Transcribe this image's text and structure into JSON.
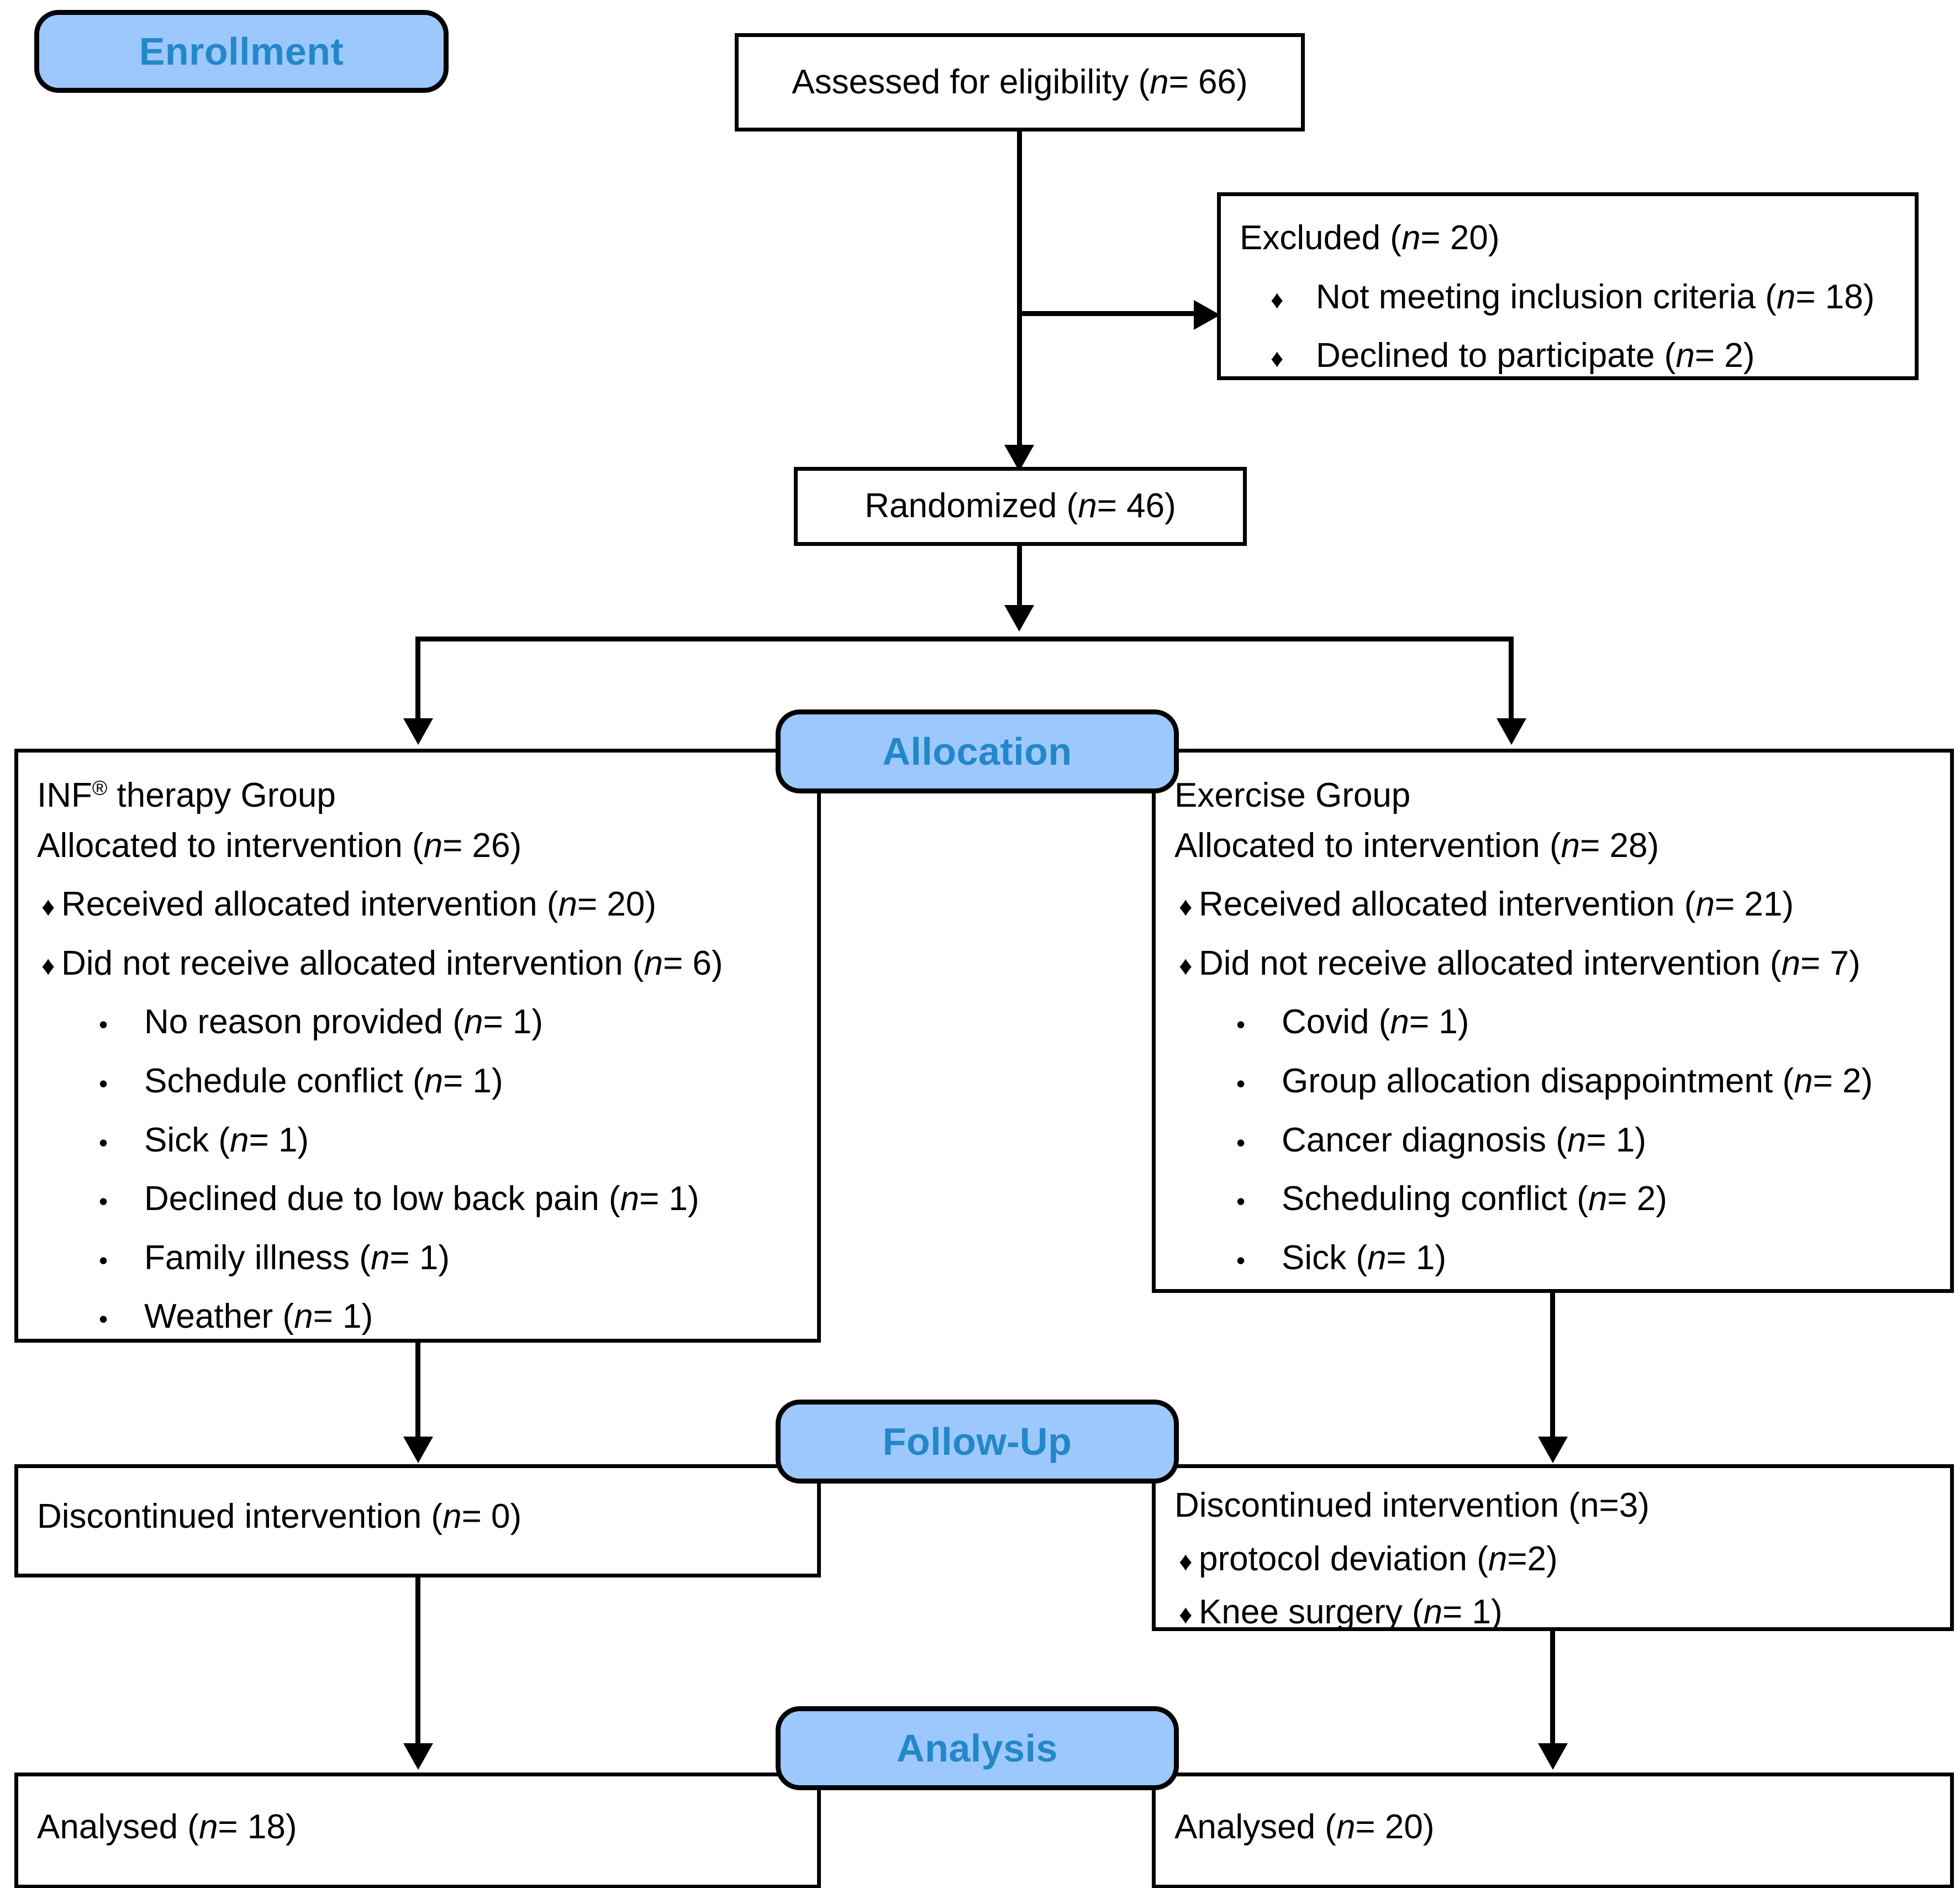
{
  "diagram": {
    "type": "consort-flow-diagram",
    "colors": {
      "badge_fill": "#9cc8fe",
      "badge_text": "#2387c8",
      "box_border": "#000000",
      "box_fill": "#ffffff",
      "text": "#000000"
    },
    "stages": [
      {
        "id": "enrollment",
        "label": "Enrollment"
      },
      {
        "id": "allocation",
        "label": "Allocation"
      },
      {
        "id": "followup",
        "label": "Follow-Up"
      },
      {
        "id": "analysis",
        "label": "Analysis"
      }
    ]
  },
  "enrollment": {
    "assessed": {
      "text_before": "Assessed for eligibility (",
      "n_italic": "n",
      "text_after": "= 66)"
    },
    "excluded": {
      "heading_before": "Excluded (",
      "heading_n": "n",
      "heading_after": "= 20)",
      "items": [
        {
          "bullet": "♦",
          "text_before": "Not meeting inclusion criteria (",
          "n": "n",
          "text_after": "= 18)"
        },
        {
          "bullet": "♦",
          "text_before": "Declined to participate (",
          "n": "n",
          "text_after": "= 2)"
        }
      ]
    },
    "randomized": {
      "text_before": "Randomized (",
      "n_italic": "n",
      "text_after": "= 46)"
    }
  },
  "allocation": {
    "left": {
      "group_title_before": "INF",
      "group_title_sup": "®",
      "group_title_after": " therapy Group",
      "allocated_before": "Allocated to intervention (",
      "allocated_n": "n",
      "allocated_after": "= 26)",
      "bullets": [
        {
          "bullet": "♦",
          "text_before": "Received allocated intervention (",
          "n": "n",
          "text_after": "= 20)"
        },
        {
          "bullet": "♦",
          "text_before": "Did not receive allocated intervention (",
          "n": "n",
          "text_after": "= 6)"
        }
      ],
      "reasons": [
        {
          "bullet": "•",
          "text_before": "No reason provided (",
          "n": "n",
          "text_after": "= 1)"
        },
        {
          "bullet": "•",
          "text_before": "Schedule conflict (",
          "n": "n",
          "text_after": "= 1)"
        },
        {
          "bullet": "•",
          "text_before": "Sick (",
          "n": "n",
          "text_after": "= 1)"
        },
        {
          "bullet": "•",
          "text_before": "Declined due to low back pain (",
          "n": "n",
          "text_after": "= 1)"
        },
        {
          "bullet": "•",
          "text_before": "Family illness (",
          "n": "n",
          "text_after": "= 1)"
        },
        {
          "bullet": "•",
          "text_before": "Weather (",
          "n": "n",
          "text_after": "= 1)"
        }
      ]
    },
    "right": {
      "group_title": "Exercise Group",
      "allocated_before": "Allocated to intervention (",
      "allocated_n": "n",
      "allocated_after": "= 28)",
      "bullets": [
        {
          "bullet": "♦",
          "text_before": "Received allocated intervention (",
          "n": "n",
          "text_after": "= 21)"
        },
        {
          "bullet": "♦",
          "text_before": "Did not receive allocated intervention (",
          "n": "n",
          "text_after": "= 7)"
        }
      ],
      "reasons": [
        {
          "bullet": "•",
          "text_before": "Covid (",
          "n": "n",
          "text_after": "= 1)"
        },
        {
          "bullet": "•",
          "text_before": "Group allocation disappointment (",
          "n": "n",
          "text_after": "= 2)"
        },
        {
          "bullet": "•",
          "text_before": "Cancer diagnosis (",
          "n": "n",
          "text_after": "= 1)"
        },
        {
          "bullet": "•",
          "text_before": "Scheduling conflict (",
          "n": "n",
          "text_after": "= 2)"
        },
        {
          "bullet": "•",
          "text_before": "Sick (",
          "n": "n",
          "text_after": "= 1)"
        }
      ]
    }
  },
  "followup": {
    "left": {
      "heading_before": "Discontinued intervention (",
      "heading_n": "n",
      "heading_after": "= 0)"
    },
    "right": {
      "heading": "Discontinued intervention (n=3)",
      "items": [
        {
          "bullet": "♦",
          "text_before": "protocol deviation (",
          "n": "n",
          "text_after": "=2)"
        },
        {
          "bullet": "♦",
          "text_before": "Knee surgery (",
          "n": "n",
          "text_after": "= 1)"
        }
      ]
    }
  },
  "analysis": {
    "left": {
      "text_before": "Analysed (",
      "n_italic": "n",
      "text_after": "= 18)"
    },
    "right": {
      "text_before": "Analysed (",
      "n_italic": "n",
      "text_after": "= 20)"
    }
  }
}
